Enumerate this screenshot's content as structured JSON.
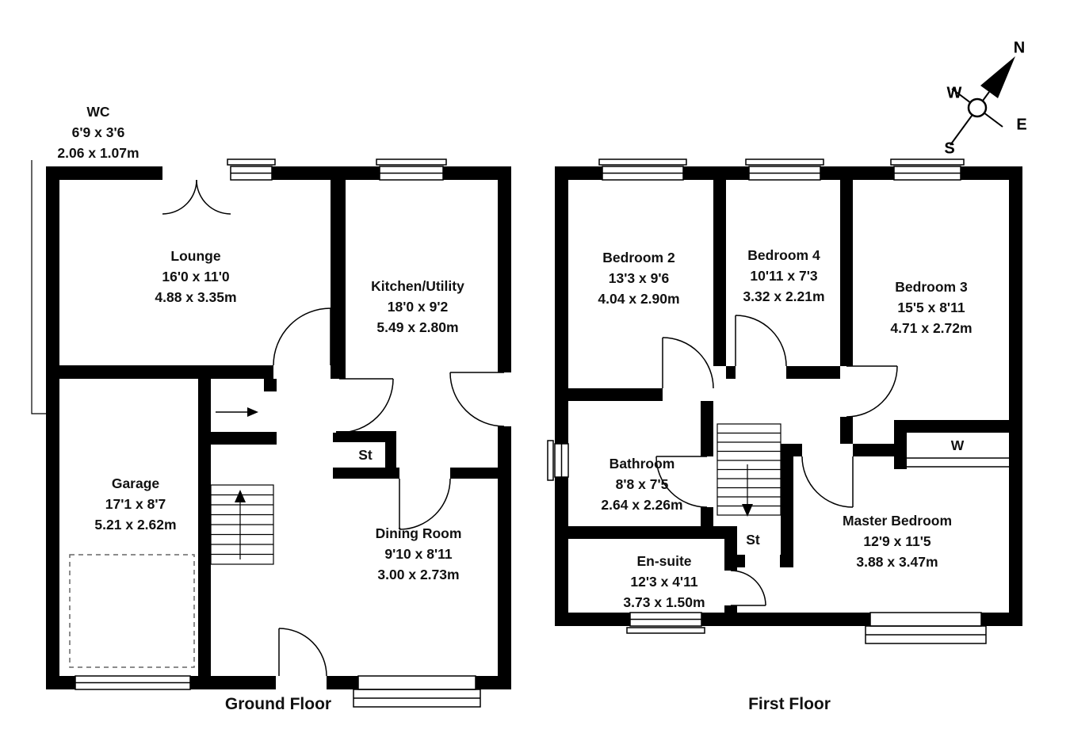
{
  "ground_floor": {
    "title": "Ground Floor",
    "rooms": {
      "wc": {
        "name": "WC",
        "imperial": "6'9 x 3'6",
        "metric": "2.06 x 1.07m"
      },
      "lounge": {
        "name": "Lounge",
        "imperial": "16'0 x 11'0",
        "metric": "4.88 x 3.35m"
      },
      "kitchen": {
        "name": "Kitchen/Utility",
        "imperial": "18'0 x 9'2",
        "metric": "5.49 x 2.80m"
      },
      "garage": {
        "name": "Garage",
        "imperial": "17'1 x 8'7",
        "metric": "5.21 x 2.62m"
      },
      "dining": {
        "name": "Dining Room",
        "imperial": "9'10 x 8'11",
        "metric": "3.00 x 2.73m"
      },
      "store": {
        "name": "St"
      }
    }
  },
  "first_floor": {
    "title": "First Floor",
    "rooms": {
      "bedroom2": {
        "name": "Bedroom 2",
        "imperial": "13'3 x 9'6",
        "metric": "4.04 x 2.90m"
      },
      "bedroom4": {
        "name": "Bedroom 4",
        "imperial": "10'11 x 7'3",
        "metric": "3.32 x 2.21m"
      },
      "bedroom3": {
        "name": "Bedroom 3",
        "imperial": "15'5 x 8'11",
        "metric": "4.71 x 2.72m"
      },
      "bathroom": {
        "name": "Bathroom",
        "imperial": "8'8 x 7'5",
        "metric": "2.64 x 2.26m"
      },
      "ensuite": {
        "name": "En-suite",
        "imperial": "12'3 x 4'11",
        "metric": "3.73 x 1.50m"
      },
      "master": {
        "name": "Master Bedroom",
        "imperial": "12'9 x 11'5",
        "metric": "3.88 x 3.47m"
      },
      "store": {
        "name": "St"
      },
      "wardrobe": {
        "name": "W"
      }
    }
  },
  "compass": {
    "north": "N",
    "east": "E",
    "south": "S",
    "west": "W"
  },
  "colors": {
    "wall": "#000000",
    "background": "#ffffff"
  }
}
